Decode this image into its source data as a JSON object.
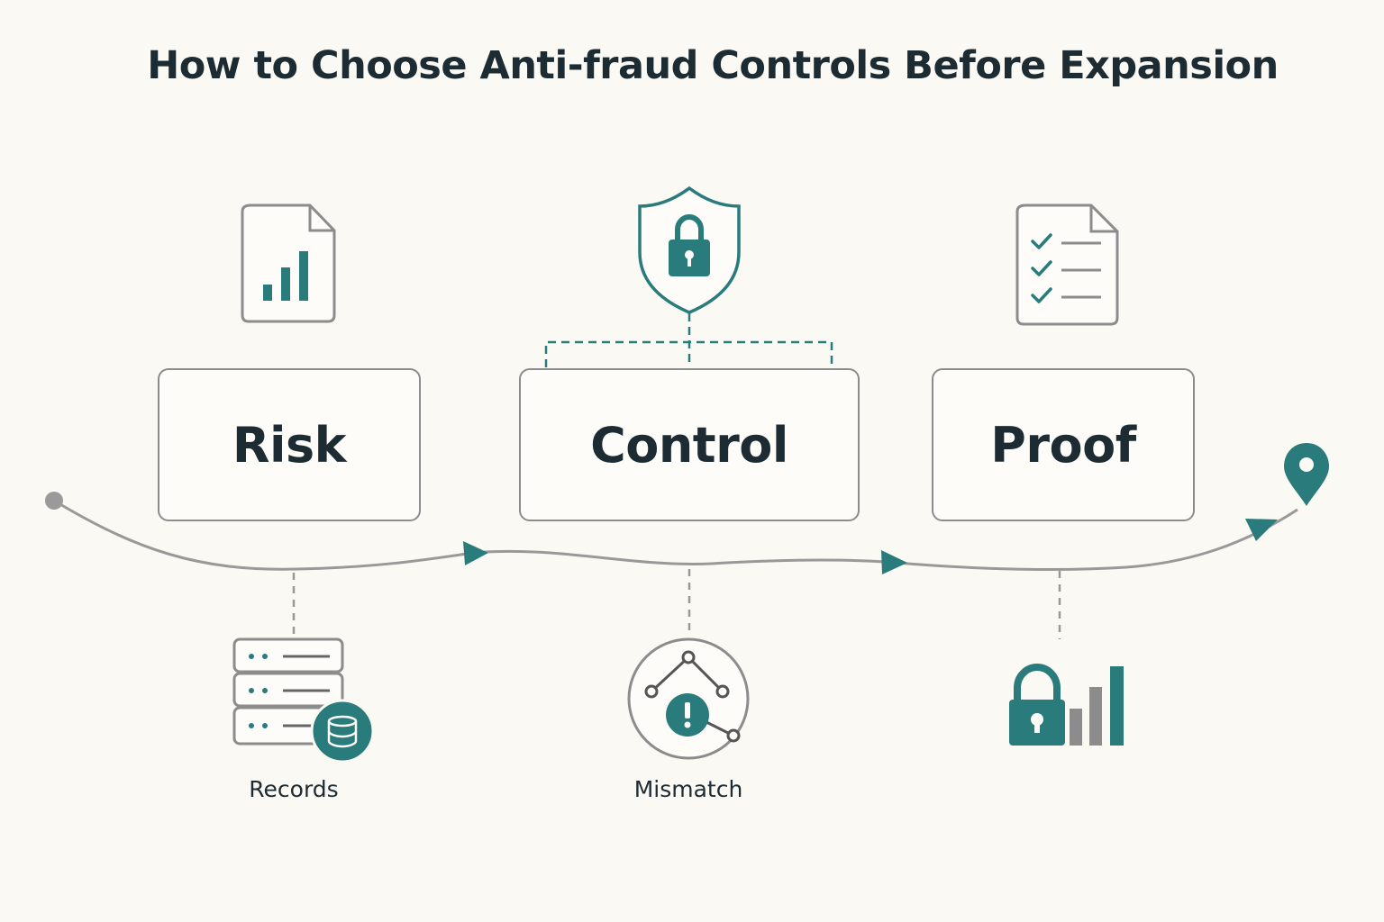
{
  "title": "How to Choose Anti-fraud Controls Before Expansion",
  "colors": {
    "accent": "#2a7b7b",
    "line": "#999999",
    "box_border": "#8c8c8c",
    "text": "#1d2b33",
    "background": "#fbf9f4"
  },
  "steps": [
    {
      "label": "Risk",
      "icon": "report-chart-icon"
    },
    {
      "label": "Control",
      "icon": "shield-lock-icon"
    },
    {
      "label": "Proof",
      "icon": "checklist-document-icon"
    }
  ],
  "below": [
    {
      "caption": "Records",
      "icon": "database-records-icon"
    },
    {
      "caption": "Mismatch",
      "icon": "network-alert-icon"
    },
    {
      "caption": "",
      "icon": "lock-bars-icon"
    }
  ],
  "path": {
    "start_icon": "start-dot-icon",
    "end_icon": "location-pin-icon",
    "arrow_icon": "arrow-head-icon"
  }
}
